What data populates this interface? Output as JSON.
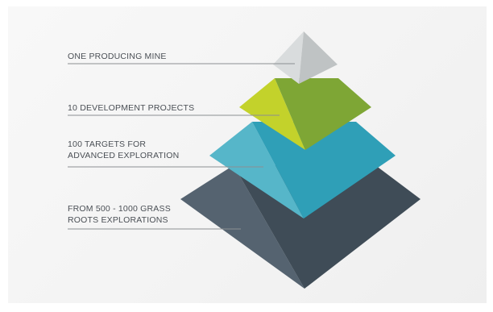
{
  "tiers": [
    {
      "lines": [
        "ONE PRODUCING MINE"
      ],
      "colors": {
        "left": "#d9dcdd",
        "right": "#bfc3c4"
      }
    },
    {
      "lines": [
        "10 DEVELOPMENT PROJECTS"
      ],
      "colors": {
        "left": "#c3d22b",
        "right": "#7ea635"
      }
    },
    {
      "lines": [
        "100 TARGETS FOR",
        "ADVANCED EXPLORATION"
      ],
      "colors": {
        "left": "#56b6c9",
        "right": "#2f9fb7"
      }
    },
    {
      "lines": [
        "FROM 500 - 1000 GRASS",
        "ROOTS EXPLORATIONS"
      ],
      "colors": {
        "left": "#556370",
        "right": "#3f4c57"
      }
    }
  ],
  "leader_line_color": "#8c8f92",
  "text_color": "#4a4f55"
}
